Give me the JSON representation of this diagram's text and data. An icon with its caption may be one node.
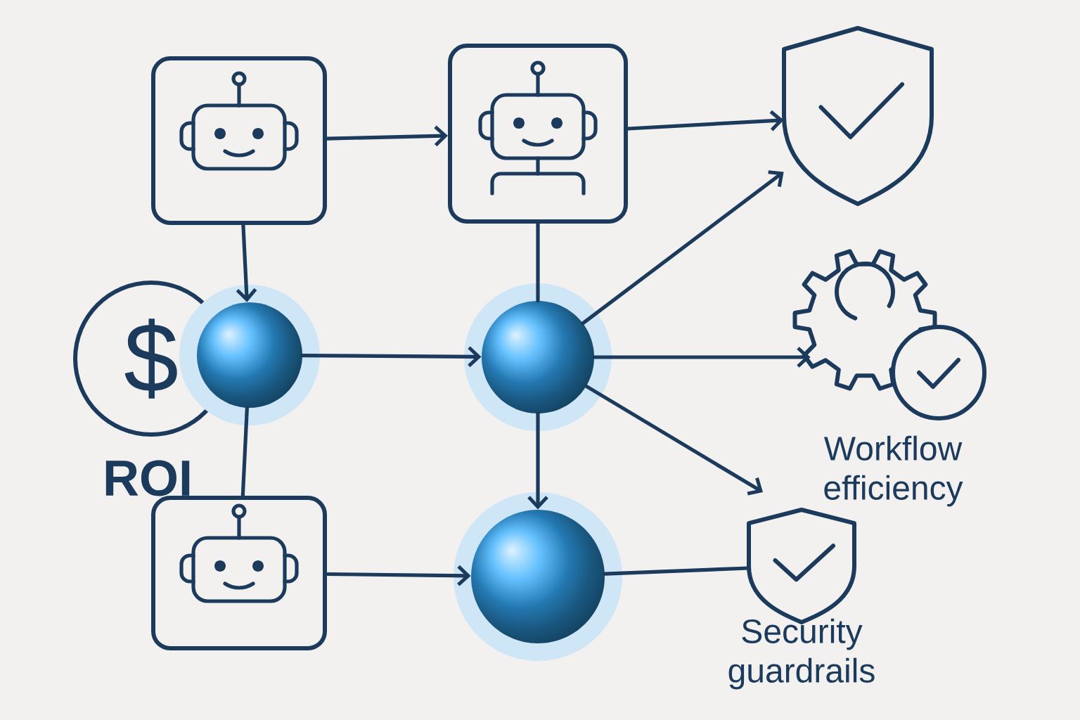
{
  "diagram": {
    "nodes": [
      {
        "text": [],
        "shape": "picture"
      },
      {
        "text": [],
        "shape": "picture"
      },
      {
        "text": [],
        "shape": "picture"
      },
      {
        "text": [
          "$",
          "ROI"
        ]
      },
      {
        "text": [],
        "shape": "circle"
      },
      {
        "text": [],
        "shape": "circle"
      },
      {
        "text": [
          "Workflow efficiency"
        ]
      },
      {
        "text": [],
        "shape": "picture"
      },
      {
        "text": [],
        "shape": "circle"
      },
      {
        "text": [
          "Security guardrails"
        ]
      }
    ],
    "edges": [
      {
        "from": 0,
        "to": 1,
        "arrow": "to"
      },
      {
        "from": 1,
        "to": 2,
        "arrow": "to"
      },
      {
        "from": 0,
        "to": 4,
        "arrow": "to"
      },
      {
        "from": 4,
        "to": 5,
        "arrow": "to"
      },
      {
        "from": 1,
        "to": 5,
        "arrow": "none"
      },
      {
        "from": 5,
        "to": 2,
        "arrow": "to"
      },
      {
        "from": 5,
        "to": 6,
        "arrow": "to"
      },
      {
        "from": 5,
        "to": null,
        "arrow": "to"
      },
      {
        "from": 5,
        "to": 8,
        "arrow": "to"
      },
      {
        "from": 4,
        "to": 7,
        "arrow": "none"
      },
      {
        "from": 7,
        "to": 8,
        "arrow": "to"
      },
      {
        "from": 8,
        "to": 9,
        "arrow": "none"
      }
    ]
  }
}
